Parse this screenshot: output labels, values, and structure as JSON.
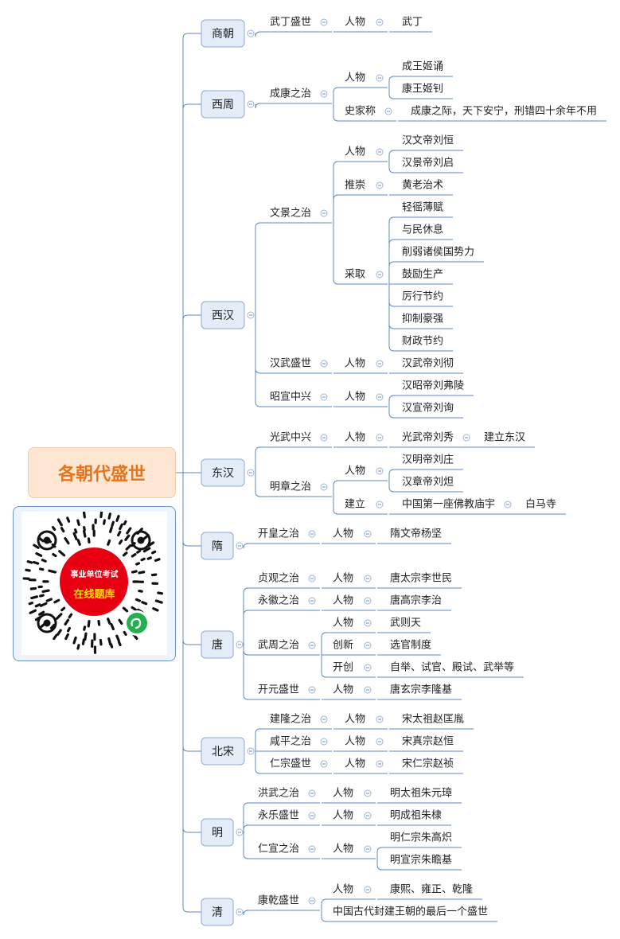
{
  "root": {
    "title": "各朝代盛世"
  },
  "qr": {
    "line1": "事业单位考试",
    "line2": "在线题库"
  },
  "dynasties": [
    {
      "name": "商朝",
      "children": [
        {
          "name": "武丁盛世",
          "children": [
            {
              "name": "人物",
              "children": [
                {
                  "name": "武丁"
                }
              ]
            }
          ]
        }
      ]
    },
    {
      "name": "西周",
      "children": [
        {
          "name": "成康之治",
          "children": [
            {
              "name": "人物",
              "children": [
                {
                  "name": "成王姬诵"
                },
                {
                  "name": "康王姬钊"
                }
              ]
            },
            {
              "name": "史家称",
              "children": [
                {
                  "name": "成康之际，天下安宁，刑错四十余年不用"
                }
              ]
            }
          ]
        }
      ]
    },
    {
      "name": "西汉",
      "children": [
        {
          "name": "文景之治",
          "children": [
            {
              "name": "人物",
              "children": [
                {
                  "name": "汉文帝刘恒"
                },
                {
                  "name": "汉景帝刘启"
                }
              ]
            },
            {
              "name": "推崇",
              "children": [
                {
                  "name": "黄老治术"
                }
              ]
            },
            {
              "name": "采取",
              "children": [
                {
                  "name": "轻徭薄赋"
                },
                {
                  "name": "与民休息"
                },
                {
                  "name": "削弱诸侯国势力"
                },
                {
                  "name": "鼓励生产"
                },
                {
                  "name": "厉行节约"
                },
                {
                  "name": "抑制豪强"
                },
                {
                  "name": "财政节约"
                }
              ]
            }
          ]
        },
        {
          "name": "汉武盛世",
          "children": [
            {
              "name": "人物",
              "children": [
                {
                  "name": "汉武帝刘彻"
                }
              ]
            }
          ]
        },
        {
          "name": "昭宣中兴",
          "children": [
            {
              "name": "人物",
              "children": [
                {
                  "name": "汉昭帝刘弗陵"
                },
                {
                  "name": "汉宣帝刘询"
                }
              ]
            }
          ]
        }
      ]
    },
    {
      "name": "东汉",
      "children": [
        {
          "name": "光武中兴",
          "children": [
            {
              "name": "人物",
              "children": [
                {
                  "name": "光武帝刘秀",
                  "children": [
                    {
                      "name": "建立东汉"
                    }
                  ]
                }
              ]
            }
          ]
        },
        {
          "name": "明章之治",
          "children": [
            {
              "name": "人物",
              "children": [
                {
                  "name": "汉明帝刘庄"
                },
                {
                  "name": "汉章帝刘炟"
                }
              ]
            },
            {
              "name": "建立",
              "children": [
                {
                  "name": "中国第一座佛教庙宇",
                  "children": [
                    {
                      "name": "白马寺"
                    }
                  ]
                }
              ]
            }
          ]
        }
      ]
    },
    {
      "name": "隋",
      "children": [
        {
          "name": "开皇之治",
          "children": [
            {
              "name": "人物",
              "children": [
                {
                  "name": "隋文帝杨坚"
                }
              ]
            }
          ]
        }
      ]
    },
    {
      "name": "唐",
      "children": [
        {
          "name": "贞观之治",
          "children": [
            {
              "name": "人物",
              "children": [
                {
                  "name": "唐太宗李世民"
                }
              ]
            }
          ]
        },
        {
          "name": "永徽之治",
          "children": [
            {
              "name": "人物",
              "children": [
                {
                  "name": "唐高宗李治"
                }
              ]
            }
          ]
        },
        {
          "name": "武周之治",
          "children": [
            {
              "name": "人物",
              "children": [
                {
                  "name": "武则天"
                }
              ]
            },
            {
              "name": "创新",
              "children": [
                {
                  "name": "选官制度"
                }
              ]
            },
            {
              "name": "开创",
              "children": [
                {
                  "name": "自举、试官、殿试、武举等"
                }
              ]
            }
          ]
        },
        {
          "name": "开元盛世",
          "children": [
            {
              "name": "人物",
              "children": [
                {
                  "name": "唐玄宗李隆基"
                }
              ]
            }
          ]
        }
      ]
    },
    {
      "name": "北宋",
      "children": [
        {
          "name": "建隆之治",
          "children": [
            {
              "name": "人物",
              "children": [
                {
                  "name": "宋太祖赵匡胤"
                }
              ]
            }
          ]
        },
        {
          "name": "咸平之治",
          "children": [
            {
              "name": "人物",
              "children": [
                {
                  "name": "宋真宗赵恒"
                }
              ]
            }
          ]
        },
        {
          "name": "仁宗盛世",
          "children": [
            {
              "name": "人物",
              "children": [
                {
                  "name": "宋仁宗赵祯"
                }
              ]
            }
          ]
        }
      ]
    },
    {
      "name": "明",
      "children": [
        {
          "name": "洪武之治",
          "children": [
            {
              "name": "人物",
              "children": [
                {
                  "name": "明太祖朱元璋"
                }
              ]
            }
          ]
        },
        {
          "name": "永乐盛世",
          "children": [
            {
              "name": "人物",
              "children": [
                {
                  "name": "明成祖朱棣"
                }
              ]
            }
          ]
        },
        {
          "name": "仁宣之治",
          "children": [
            {
              "name": "人物",
              "children": [
                {
                  "name": "明仁宗朱高炽"
                },
                {
                  "name": "明宣宗朱瞻基"
                }
              ]
            }
          ]
        }
      ]
    },
    {
      "name": "清",
      "children": [
        {
          "name": "康乾盛世",
          "children": [
            {
              "name": "人物",
              "children": [
                {
                  "name": "康熙、雍正、乾隆"
                }
              ]
            },
            {
              "name": "中国古代封建王朝的最后一个盛世"
            }
          ]
        }
      ]
    }
  ],
  "colors": {
    "line": "#5b87c0",
    "node_fill": "#e3ecf7",
    "node_border": "#8eabd3",
    "root_text": "#e7731b",
    "root_fill": "#fde6d2",
    "qr_red": "#e60012"
  }
}
